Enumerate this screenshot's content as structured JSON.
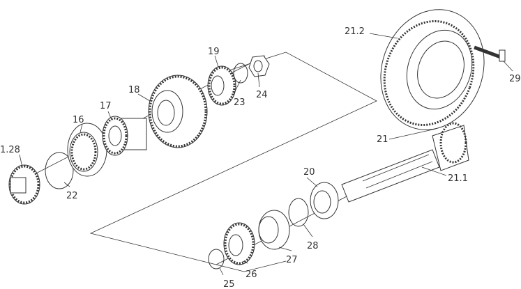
{
  "diagram": {
    "type": "exploded parts view",
    "labels": {
      "p1_28": "1.28",
      "p22": "22",
      "p16": "16",
      "p17": "17",
      "p18": "18",
      "p19": "19",
      "p23": "23",
      "p24": "24",
      "p21_2": "21.2",
      "p29": "29",
      "p21": "21",
      "p21_1": "21.1",
      "p20": "20",
      "p28": "28",
      "p27": "27",
      "p26": "26",
      "p25": "25"
    }
  }
}
